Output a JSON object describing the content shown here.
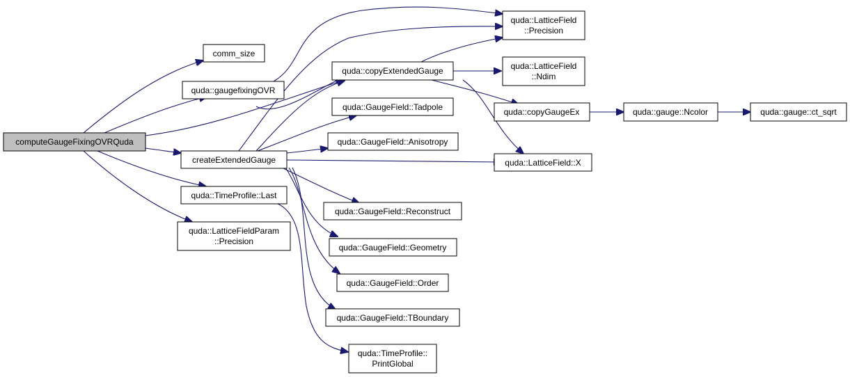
{
  "diagram": {
    "colors": {
      "edge": "#191970",
      "root_fill": "#bfbfbf",
      "node_fill": "#ffffff",
      "border": "#000000"
    },
    "nodes": {
      "root": [
        "computeGaugeFixingOVRQuda"
      ],
      "comm_size": [
        "comm_size"
      ],
      "gaugefixingOVR": [
        "quda::gaugefixingOVR"
      ],
      "createExtendedGauge": [
        "createExtendedGauge"
      ],
      "timeprofile_last": [
        "quda::TimeProfile::Last"
      ],
      "latticefieldparam_precision": [
        "quda::LatticeFieldParam",
        "::Precision"
      ],
      "latticefield_precision": [
        "quda::LatticeField",
        "::Precision"
      ],
      "copyExtendedGauge": [
        "quda::copyExtendedGauge"
      ],
      "latticefield_ndim": [
        "quda::LatticeField",
        "::Ndim"
      ],
      "tadpole": [
        "quda::GaugeField::Tadpole"
      ],
      "anisotropy": [
        "quda::GaugeField::Anisotropy"
      ],
      "latticefield_x": [
        "quda::LatticeField::X"
      ],
      "reconstruct": [
        "quda::GaugeField::Reconstruct"
      ],
      "geometry": [
        "quda::GaugeField::Geometry"
      ],
      "order": [
        "quda::GaugeField::Order"
      ],
      "tboundary": [
        "quda::GaugeField::TBoundary"
      ],
      "printglobal": [
        "quda::TimeProfile::",
        "PrintGlobal"
      ],
      "copyGaugeEx": [
        "quda::copyGaugeEx"
      ],
      "ncolor": [
        "quda::gauge::Ncolor"
      ],
      "ct_sqrt": [
        "quda::gauge::ct_sqrt"
      ]
    }
  }
}
